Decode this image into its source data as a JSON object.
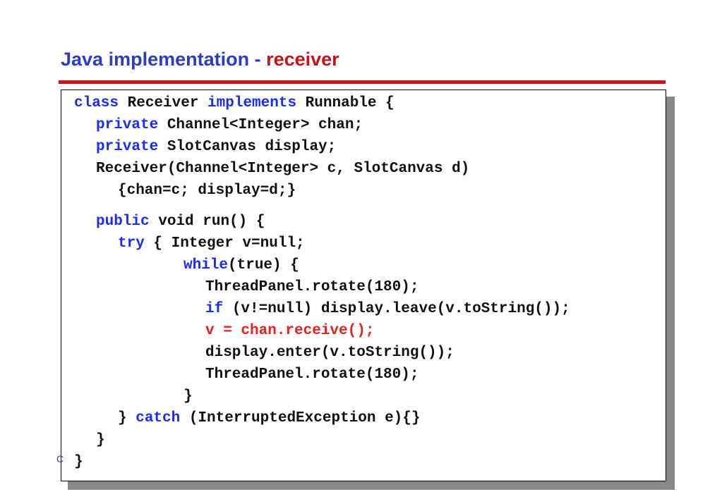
{
  "slide": {
    "title_main": "Java implementation - ",
    "title_accent": "receiver",
    "page_marker": "C"
  },
  "colors": {
    "title_blue": "#2e3dbd",
    "title_red": "#c0151a",
    "keyword": "#1a2bff",
    "highlight": "#e8211c",
    "plain": "#111111"
  },
  "code": {
    "lines": [
      {
        "indent": 0,
        "segments": [
          {
            "text": "class",
            "style": "keyword"
          },
          {
            "text": " Receiver ",
            "style": "plain"
          },
          {
            "text": "implements",
            "style": "keyword"
          },
          {
            "text": " Runnable {",
            "style": "plain"
          }
        ]
      },
      {
        "indent": 1,
        "segments": [
          {
            "text": "private",
            "style": "keyword"
          },
          {
            "text": " Channel<Integer> chan;",
            "style": "plain"
          }
        ]
      },
      {
        "indent": 1,
        "segments": [
          {
            "text": "private",
            "style": "keyword"
          },
          {
            "text": " SlotCanvas display;",
            "style": "plain"
          }
        ]
      },
      {
        "indent": 1,
        "segments": [
          {
            "text": "Receiver(Channel<Integer> c, SlotCanvas d)",
            "style": "plain"
          }
        ]
      },
      {
        "indent": 2,
        "segments": [
          {
            "text": "{chan=c; display=d;}",
            "style": "plain"
          }
        ]
      },
      {
        "indent": 1,
        "gap": true,
        "segments": [
          {
            "text": "public",
            "style": "keyword"
          },
          {
            "text": " void run() {",
            "style": "plain"
          }
        ]
      },
      {
        "indent": 2,
        "segments": [
          {
            "text": "try",
            "style": "keyword"
          },
          {
            "text": " { Integer v=null;",
            "style": "plain"
          }
        ]
      },
      {
        "indent": 5,
        "segments": [
          {
            "text": "while",
            "style": "keyword"
          },
          {
            "text": "(true) {",
            "style": "plain"
          }
        ]
      },
      {
        "indent": 6,
        "segments": [
          {
            "text": "ThreadPanel.rotate(180);",
            "style": "plain"
          }
        ]
      },
      {
        "indent": 6,
        "segments": [
          {
            "text": "if",
            "style": "keyword"
          },
          {
            "text": " (v!=null) display.leave(v.toString());",
            "style": "plain"
          }
        ]
      },
      {
        "indent": 6,
        "segments": [
          {
            "text": "v = chan.receive();",
            "style": "highlight"
          }
        ]
      },
      {
        "indent": 6,
        "segments": [
          {
            "text": "display.enter(v.toString());",
            "style": "plain"
          }
        ]
      },
      {
        "indent": 6,
        "segments": [
          {
            "text": "ThreadPanel.rotate(180);",
            "style": "plain"
          }
        ]
      },
      {
        "indent": 5,
        "segments": [
          {
            "text": "}",
            "style": "plain"
          }
        ]
      },
      {
        "indent": 2,
        "segments": [
          {
            "text": "} ",
            "style": "plain"
          },
          {
            "text": "catch",
            "style": "keyword"
          },
          {
            "text": " (InterruptedException e){}",
            "style": "plain"
          }
        ]
      },
      {
        "indent": 1,
        "segments": [
          {
            "text": "}",
            "style": "plain"
          }
        ]
      },
      {
        "indent": 0,
        "segments": [
          {
            "text": "}",
            "style": "plain"
          }
        ]
      }
    ]
  }
}
